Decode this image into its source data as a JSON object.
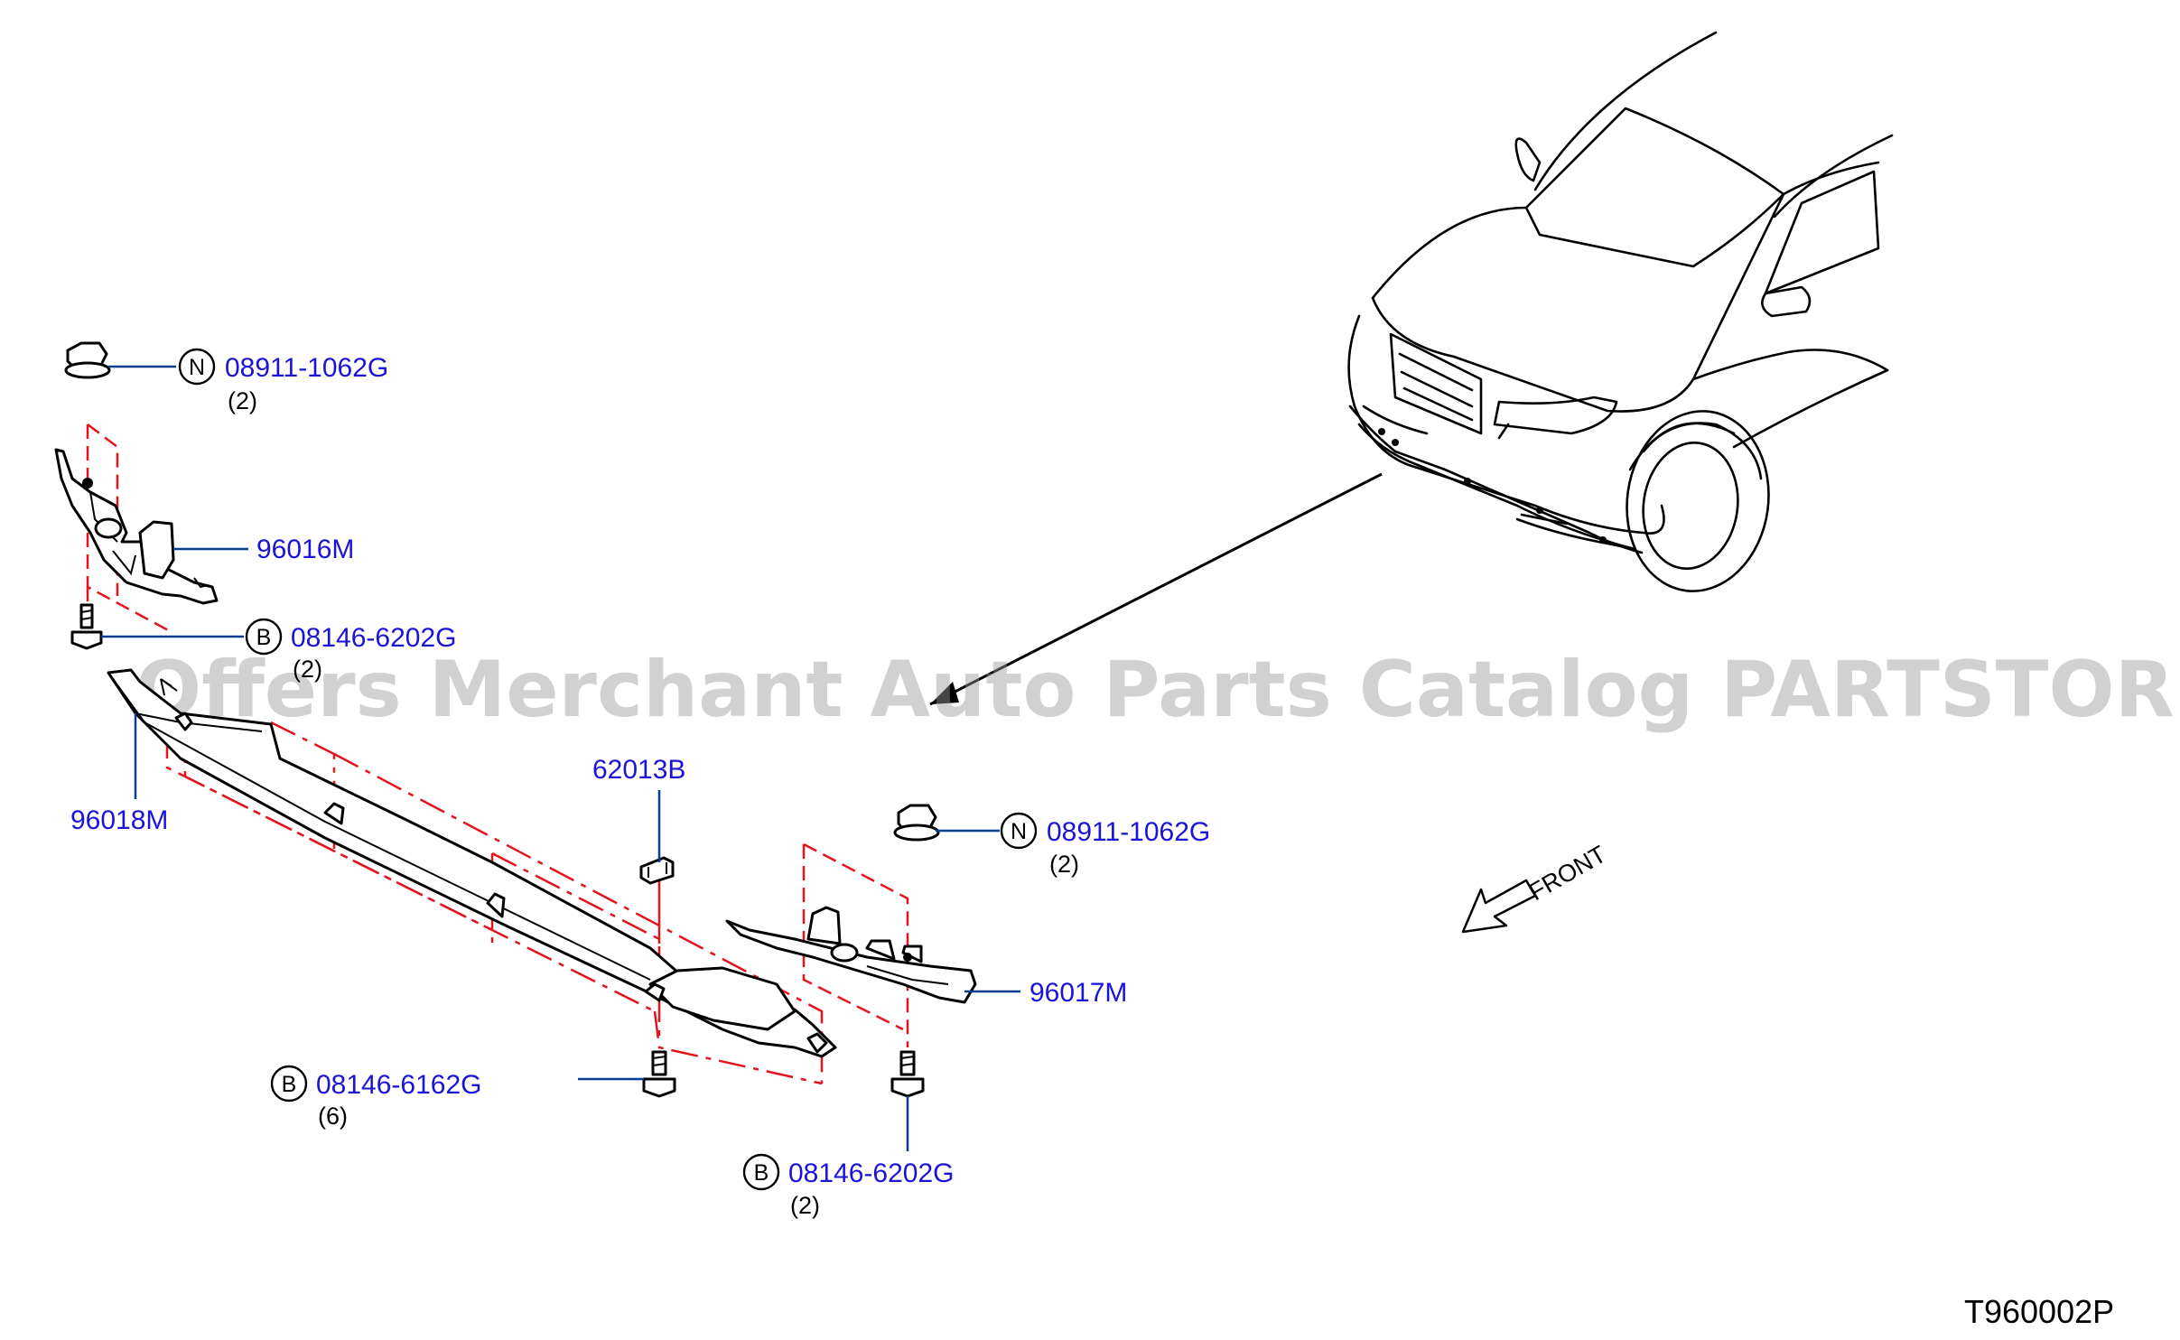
{
  "watermark": "Offers Merchant Auto Parts Catalog PARTSTORE.SA",
  "diagram_code": "T960002P",
  "front_label": "FRONT",
  "callouts": {
    "nut_top_left": {
      "badge": "N",
      "part": "08911-1062G",
      "qty": "(2)"
    },
    "bracket_left": {
      "part": "96016M"
    },
    "bolt_left": {
      "badge": "B",
      "part": "08146-6202G",
      "qty": "(2)"
    },
    "cover_main": {
      "part": "96018M"
    },
    "clip": {
      "part": "62013B"
    },
    "nut_right": {
      "badge": "N",
      "part": "08911-1062G",
      "qty": "(2)"
    },
    "bracket_right": {
      "part": "96017M"
    },
    "bolt_center": {
      "badge": "B",
      "part": "08146-6162G",
      "qty": "(6)"
    },
    "bolt_right": {
      "badge": "B",
      "part": "08146-6202G",
      "qty": "(2)"
    }
  },
  "colors": {
    "part_link": "#1a14d6",
    "leader": "#0a3d8f",
    "assembly_line": "#e3141c"
  }
}
